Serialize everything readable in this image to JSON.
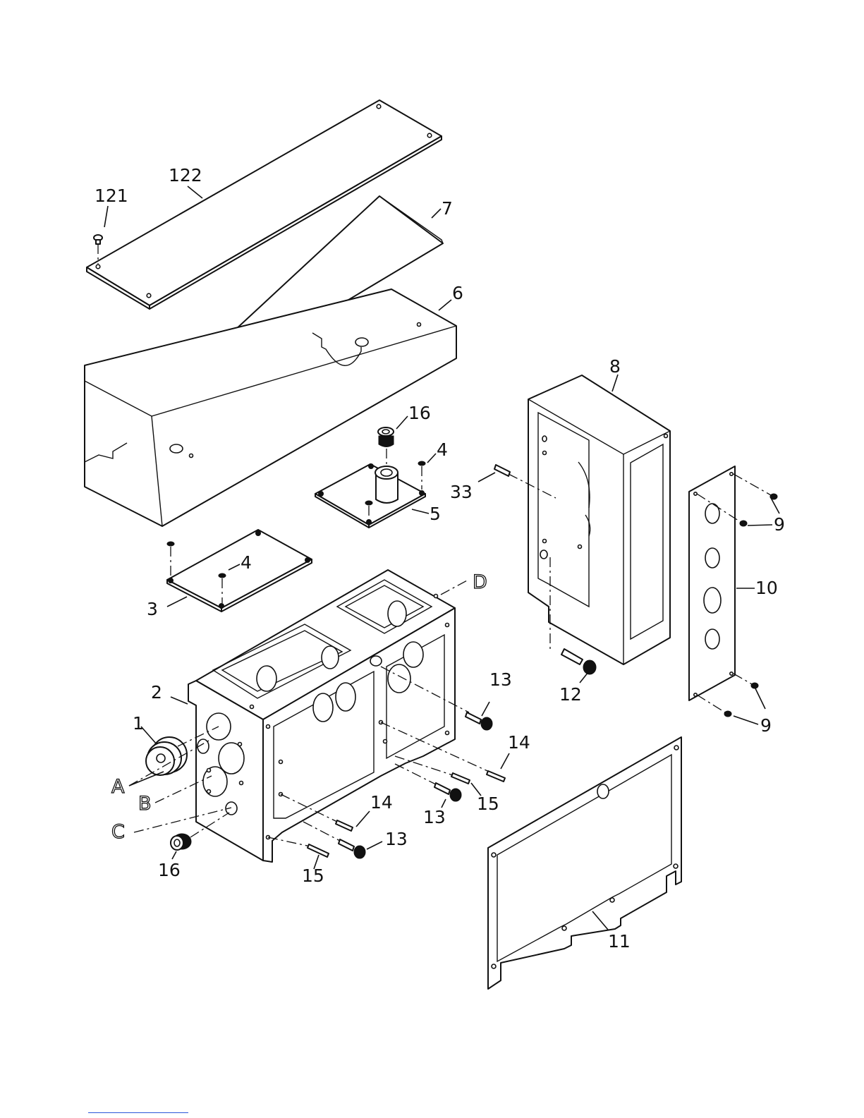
{
  "callouts": {
    "c121": "121",
    "c122": "122",
    "c7": "7",
    "c6": "6",
    "c16_top": "16",
    "c4_top": "4",
    "c5": "5",
    "c8": "8",
    "c33": "33",
    "c9_top": "9",
    "c10": "10",
    "c4_mid": "4",
    "c3": "3",
    "cD": "D",
    "c2": "2",
    "c1": "1",
    "cA": "A",
    "cB": "B",
    "cC": "C",
    "c16_bottom": "16",
    "c13_right": "13",
    "c12": "12",
    "c9_bottom": "9",
    "c14_right": "14",
    "c15_right": "15",
    "c13_mid": "13",
    "c14_low": "14",
    "c13_low": "13",
    "c15_low": "15",
    "c11": "11"
  },
  "colors": {
    "line": "#111111",
    "background": "#ffffff",
    "footer_link": "#2a56d9"
  }
}
